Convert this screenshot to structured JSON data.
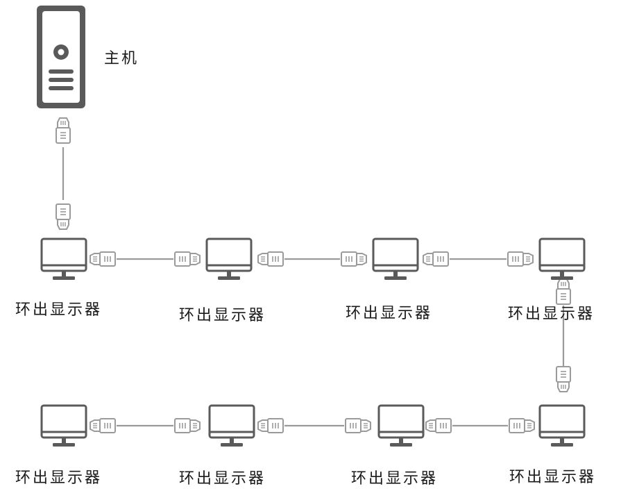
{
  "host": {
    "label": "主机",
    "icon": "desktop-tower-icon"
  },
  "monitor_label": "环出显示器",
  "monitors": [
    {
      "label": "环出显示器"
    },
    {
      "label": "环出显示器"
    },
    {
      "label": "环出显示器"
    },
    {
      "label": "环出显示器"
    },
    {
      "label": "环出显示器"
    },
    {
      "label": "环出显示器"
    },
    {
      "label": "环出显示器"
    },
    {
      "label": "环出显示器"
    }
  ],
  "connector_icon": "hdmi-connector-icon",
  "colors": {
    "device": "#5a5a5a",
    "connector": "#9a9a9a",
    "cable": "#9a9a9a",
    "text": "#1a1a1a"
  }
}
